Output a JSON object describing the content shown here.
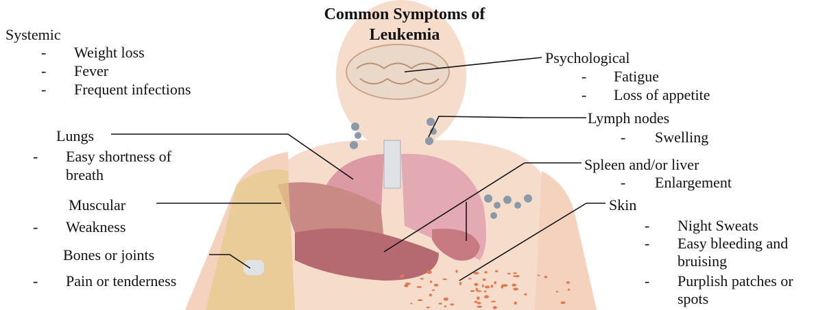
{
  "title": {
    "line1": "Common Symptoms of",
    "line2": "Leukemia"
  },
  "groups": {
    "systemic": {
      "heading": "Systemic",
      "items": [
        "Weight loss",
        "Fever",
        "Frequent infections"
      ]
    },
    "psychological": {
      "heading": "Psychological",
      "items": [
        "Fatigue",
        "Loss of appetite"
      ]
    },
    "lymph_nodes": {
      "heading": "Lymph nodes",
      "items": [
        "Swelling"
      ]
    },
    "lungs": {
      "heading": "Lungs",
      "items": [
        "Easy shortness of",
        "breath"
      ]
    },
    "spleen_liver": {
      "heading": "Spleen and/or liver",
      "items": [
        "Enlargement"
      ]
    },
    "muscular": {
      "heading": "Muscular",
      "items": [
        "Weakness"
      ]
    },
    "skin": {
      "heading": "Skin",
      "items": [
        "Night Sweats",
        "Easy bleeding and",
        "bruising",
        "Purplish patches or",
        "spots"
      ]
    },
    "bones_joints": {
      "heading": "Bones or joints",
      "items": [
        "Pain or tenderness"
      ]
    }
  },
  "colors": {
    "skin": "#f6dccb",
    "lungs": "#dc9aa5",
    "muscle": "#c98a86",
    "liver": "#b56a72",
    "bone": "#e6c98a",
    "brain": "#ead9c8",
    "spots": "#e07a4e"
  }
}
